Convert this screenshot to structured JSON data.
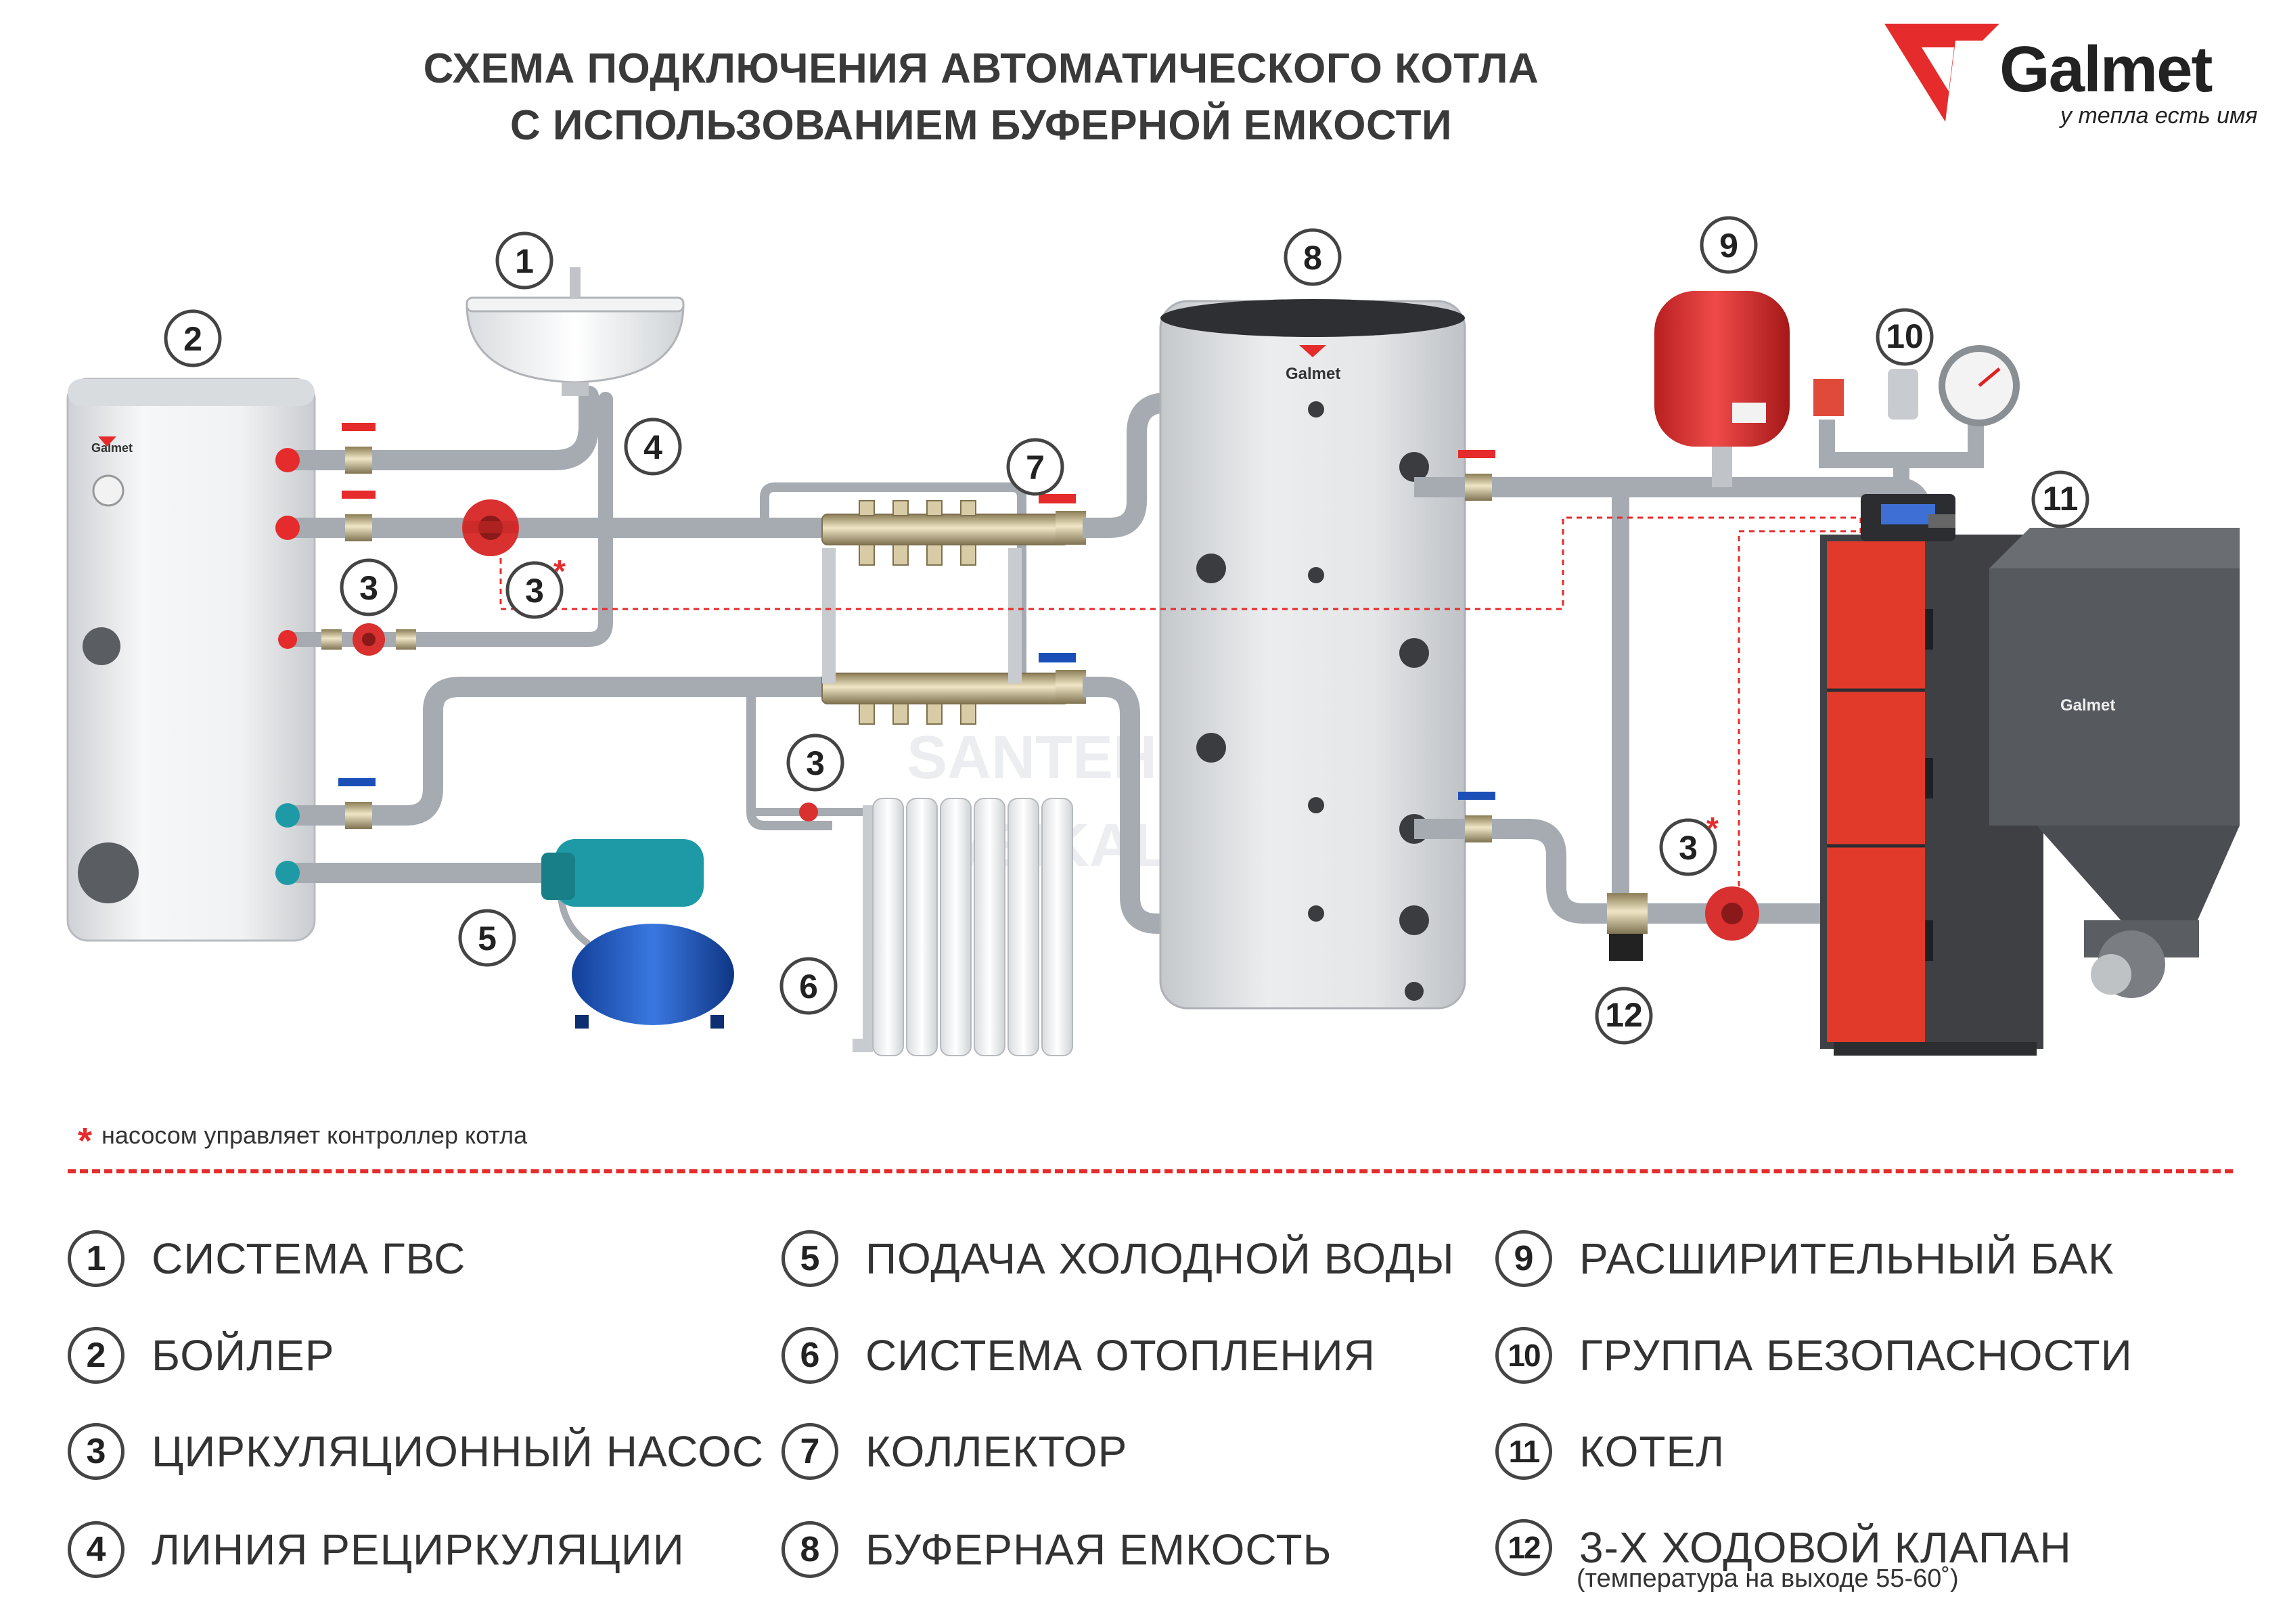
{
  "title": {
    "line1": "СХЕМА ПОДКЛЮЧЕНИЯ АВТОМАТИЧЕСКОГО КОТЛА",
    "line2": "С ИСПОЛЬЗОВАНИЕМ БУФЕРНОЙ ЕМКОСТИ"
  },
  "logo": {
    "brand": "Galmet",
    "tagline": "у тепла есть имя",
    "color": "#e52b2b"
  },
  "device_labels": {
    "boiler": "Galmet",
    "buffer": "Galmet",
    "hopper": "Galmet"
  },
  "watermark": {
    "line1": "SANTEHNIKAS",
    "line2": "VEIKALS.LV"
  },
  "badges": {
    "n1": "1",
    "n2": "2",
    "n3a": "3",
    "n3b": "3",
    "n3c": "3",
    "n3d": "3",
    "n4": "4",
    "n5": "5",
    "n6": "6",
    "n7": "7",
    "n8": "8",
    "n9": "9",
    "n10": "10",
    "n11": "11",
    "n12": "12",
    "asterisk": "*"
  },
  "footnote": {
    "star": "*",
    "text": "насосом управляет контроллер котла"
  },
  "legend": [
    {
      "num": "1",
      "label": "СИСТЕМА ГВС"
    },
    {
      "num": "2",
      "label": "БОЙЛЕР"
    },
    {
      "num": "3",
      "label": "ЦИРКУЛЯЦИОННЫЙ НАСОС"
    },
    {
      "num": "4",
      "label": "ЛИНИЯ РЕЦИРКУЛЯЦИИ"
    },
    {
      "num": "5",
      "label": "ПОДАЧА ХОЛОДНОЙ ВОДЫ"
    },
    {
      "num": "6",
      "label": "СИСТЕМА ОТОПЛЕНИЯ"
    },
    {
      "num": "7",
      "label": "КОЛЛЕКТОР"
    },
    {
      "num": "8",
      "label": "БУФЕРНАЯ ЕМКОСТЬ"
    },
    {
      "num": "9",
      "label": "РАСШИРИТЕЛЬНЫЙ БАК"
    },
    {
      "num": "10",
      "label": "ГРУППА БЕЗОПАСНОСТИ"
    },
    {
      "num": "11",
      "label": "КОТЕЛ"
    },
    {
      "num": "12",
      "label": "3-Х ХОДОВОЙ КЛАПАН"
    }
  ],
  "legend_note": "(температура на выходе 55-60˚)",
  "colors": {
    "accent_red": "#e52b2b",
    "pipe": "#b9bec4",
    "boiler_red": "#e23a2a",
    "pump_blue": "#1b4fb8",
    "pump_teal": "#1e9aa6"
  }
}
